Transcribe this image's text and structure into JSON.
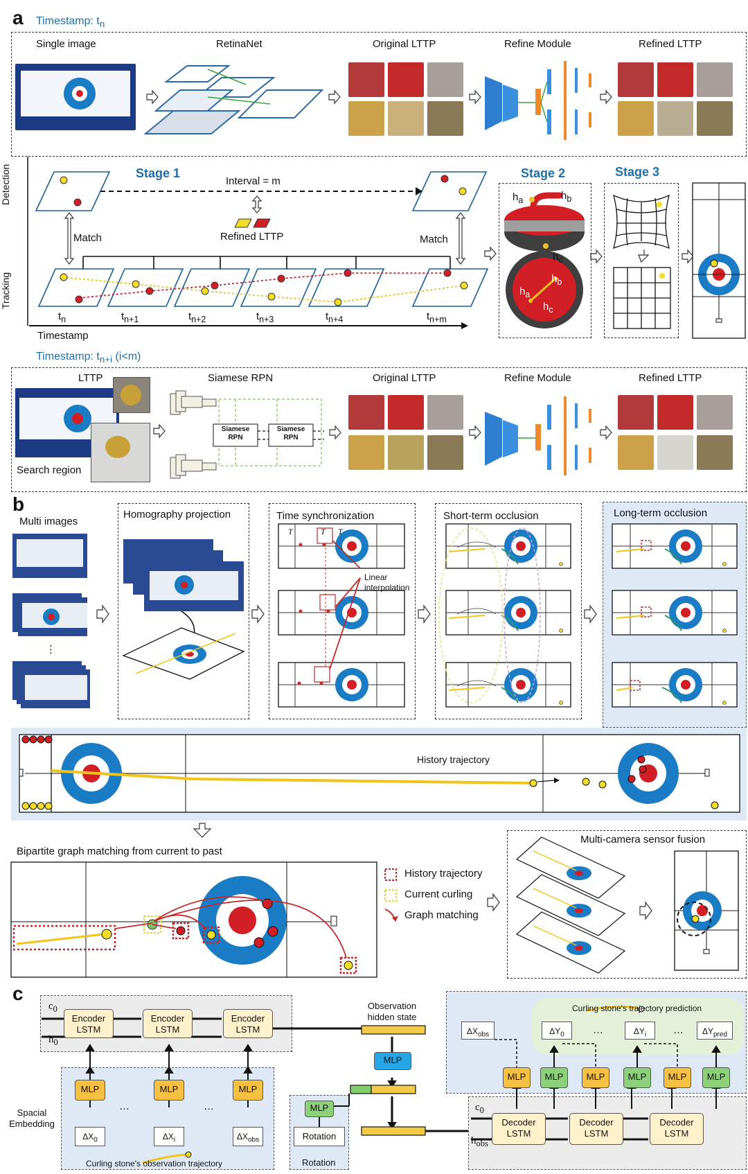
{
  "panel_a": {
    "label": "a",
    "timestamp_top": "Timestamp: t",
    "timestamp_top_sub": "n",
    "top_row": {
      "single_image": "Single image",
      "retinanet": "RetinaNet",
      "original_lttp": "Original LTTP",
      "refine_module": "Refine Module",
      "refined_lttp": "Refined LTTP"
    },
    "side_labels": {
      "detection": "Detection",
      "tracking": "Tracking"
    },
    "stage1": "Stage 1",
    "stage2": "Stage 2",
    "stage3": "Stage 3",
    "interval": "Interval = m",
    "match_left": "Match",
    "match_right": "Match",
    "refined_lttp_mid": "Refined LTTP",
    "timestamps": [
      {
        "t": "t",
        "sub": "n"
      },
      {
        "t": "t",
        "sub": "n+1"
      },
      {
        "t": "t",
        "sub": "n+2"
      },
      {
        "t": "t",
        "sub": "n+3"
      },
      {
        "t": "t",
        "sub": "n+4"
      },
      {
        "t": "t",
        "sub": "n+m"
      }
    ],
    "timestamp_axis": "Timestamp",
    "stage2_labels": {
      "ha": "h",
      "ha_sub": "a",
      "hb": "h",
      "hb_sub": "b",
      "hc": "h",
      "hc_sub": "c"
    },
    "timestamp_bottom": "Timestamp: t",
    "timestamp_bottom_sub": "n+i",
    "timestamp_bottom_suffix": " (i<m)",
    "bottom_row": {
      "lttp": "LTTP",
      "siamese_rpn": "Siamese RPN",
      "search_region": "Search region",
      "siamese_box1": "Siamese RPN",
      "siamese_box2": "Siamese RPN",
      "original_lttp": "Original LTTP",
      "refine_module": "Refine Module",
      "refined_lttp": "Refined LTTP"
    }
  },
  "panel_b": {
    "label": "b",
    "multi_images": "Multi images",
    "ellipsis": "⋮",
    "homography": "Homography projection",
    "time_sync": "Time synchronization",
    "linear_interp": "Linear interpolation",
    "tb_labels": [
      "T",
      "T",
      "T"
    ],
    "short_term": "Short-term occlusion",
    "long_term": "Long-term occlusion",
    "history_trajectory": "History trajectory",
    "bipartite": "Bipartite graph matching from current to past",
    "legend": [
      "History trajectory",
      "Current curling",
      "Graph matching"
    ],
    "multi_camera": "Multi-camera sensor fusion"
  },
  "panel_c": {
    "label": "c",
    "encoder": [
      "Encoder",
      "LSTM"
    ],
    "decoder": [
      "Decoder",
      "LSTM"
    ],
    "c0": "c",
    "c0_sub": "0",
    "h0": "h",
    "h0_sub": "0",
    "hobs": "h",
    "hobs_sub": "obs",
    "obs_hidden": "Observation hidden state",
    "mlp": "MLP",
    "ellipsis": "…",
    "spatial_embedding": "Spacial Embedding",
    "obs_traj": "Curling stone's observation trajectory",
    "rotation_box": "Rotation",
    "rotation_caption": "Rotation",
    "traj_pred": "Curling stone's trajectory prediction",
    "dx": [
      "ΔX",
      "ΔX",
      "ΔX"
    ],
    "dx_sub": [
      "0",
      "i",
      "obs"
    ],
    "dy": [
      "ΔX",
      "ΔY",
      "ΔY",
      "ΔY"
    ],
    "dy_sub": [
      "obs",
      "0",
      "i",
      "pred"
    ]
  },
  "colors": {
    "accent_blue": "#1f6fa8",
    "ring_blue": "#1a7cc4",
    "button_red": "#d21f26",
    "stone_yellow": "#f3dd2a",
    "trajectory_yellow": "#f0c419",
    "mlp_orange": "#f6c142",
    "mlp_green": "#8dd07a",
    "mlp_blue": "#27a6e6",
    "panel_fill": "#dfe9f6"
  }
}
